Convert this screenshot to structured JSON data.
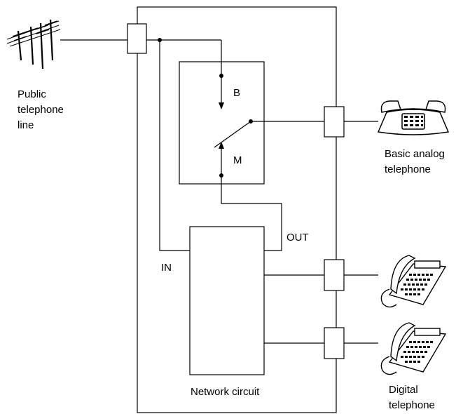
{
  "labels": {
    "public_line": [
      "Public",
      "telephone",
      "line"
    ],
    "switch_b": "B",
    "switch_m": "M",
    "out": "OUT",
    "in": "IN",
    "network_circuit": "Network circuit",
    "analog_phone": [
      "Basic analog",
      "telephone"
    ],
    "digital_phone": [
      "Digital",
      "telephone"
    ]
  },
  "icons": {
    "utility_pole": "utility-pole-icon",
    "analog_phone": "analog-telephone-icon",
    "digital_phone": "digital-telephone-icon"
  }
}
